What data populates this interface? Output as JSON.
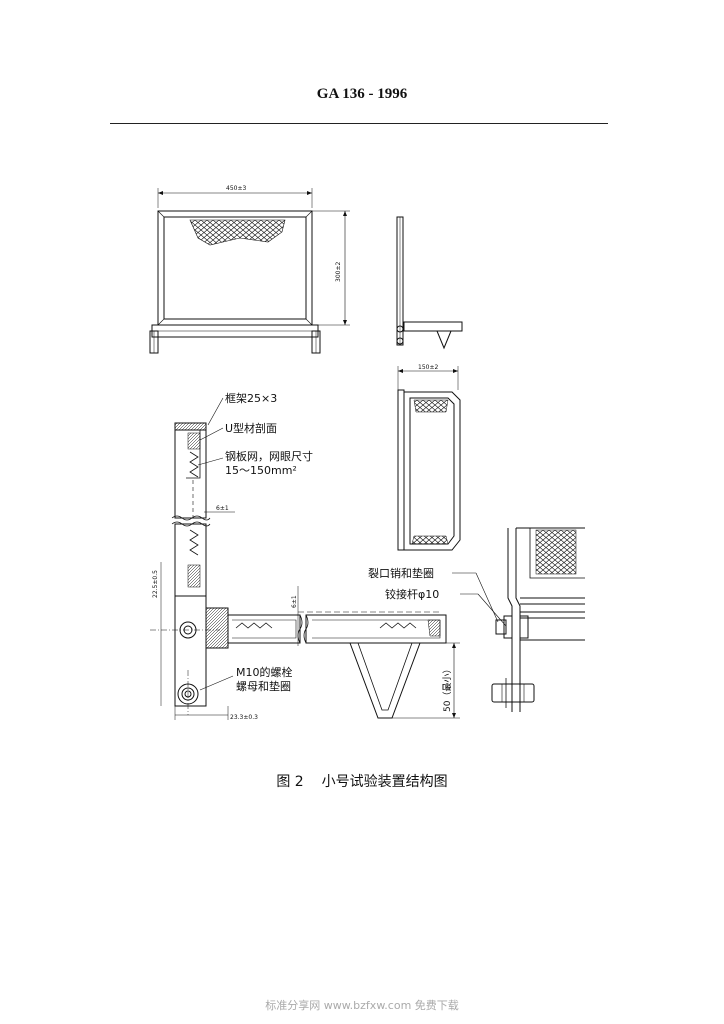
{
  "header": {
    "standard_code": "GA 136 - 1996"
  },
  "figure": {
    "dimensions": {
      "width": "450±3",
      "height": "300±2",
      "depth": "150±2",
      "mesh_gap": "6±1",
      "side_offset": "22.5±0.5",
      "lower_gap": "6±1",
      "bottom_width": "23.3±0.3",
      "trough_depth": "50（最小）"
    },
    "labels": {
      "frame": "框架25×3",
      "u_channel": "U型材剖面",
      "mesh": "钢板网，网眼尺寸",
      "mesh_size": "15～150mm²",
      "bolt_line1": "M10的螺栓",
      "bolt_line2": "螺母和垫圈",
      "split_pin": "裂口销和垫圈",
      "hinge_rod": "铰接杆φ10"
    }
  },
  "caption": {
    "number": "图 2",
    "title": "小号试验装置结构图"
  },
  "footer": {
    "watermark": "标准分享网 www.bzfxw.com 免费下载"
  }
}
